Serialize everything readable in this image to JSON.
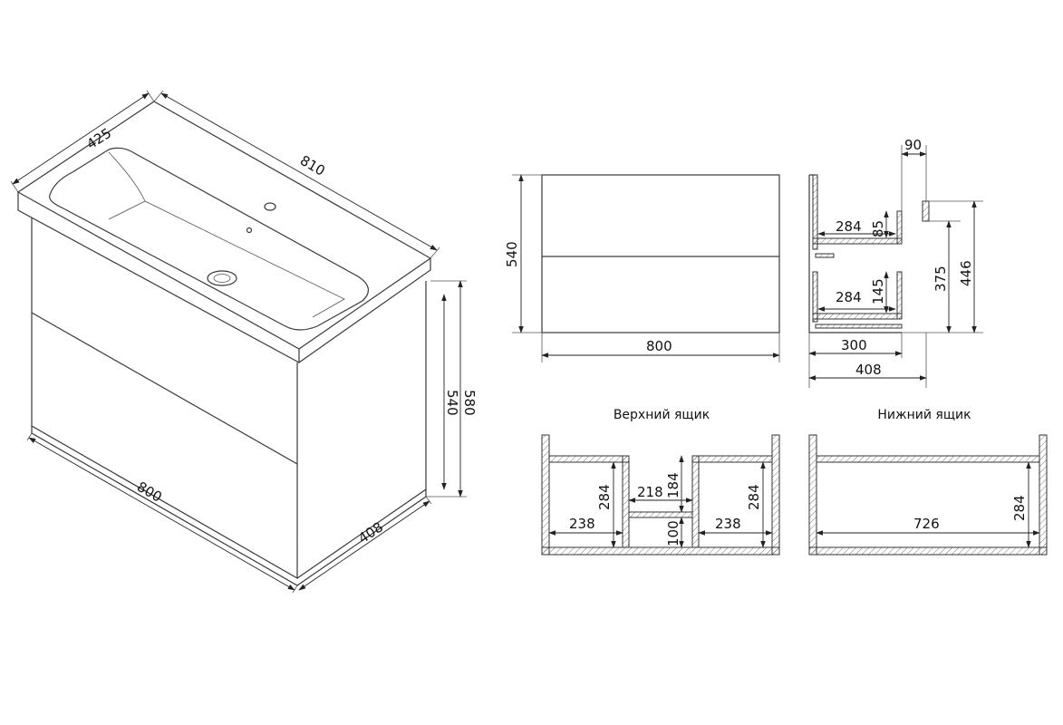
{
  "iso": {
    "depth_top": "425",
    "width_top": "810",
    "height_total": "580",
    "height_cabinet": "540",
    "width_bottom": "800",
    "depth_bottom": "408"
  },
  "front": {
    "height": "540",
    "width": "800"
  },
  "side": {
    "top_offset": "90",
    "upper_inner_depth": "284",
    "upper_inner_height": "85",
    "lower_inner_depth": "284",
    "lower_inner_height": "145",
    "drawer_depth": "300",
    "total_depth": "408",
    "mount_height": "375",
    "overall_height": "446"
  },
  "upper_drawer": {
    "caption": "Верхний ящик",
    "left_height": "284",
    "left_width": "238",
    "mid_width": "218",
    "mid_height": "184",
    "mid_low_height": "100",
    "right_height": "284",
    "right_width": "238"
  },
  "lower_drawer": {
    "caption": "Нижний ящик",
    "inner_width": "726",
    "inner_height": "284"
  }
}
